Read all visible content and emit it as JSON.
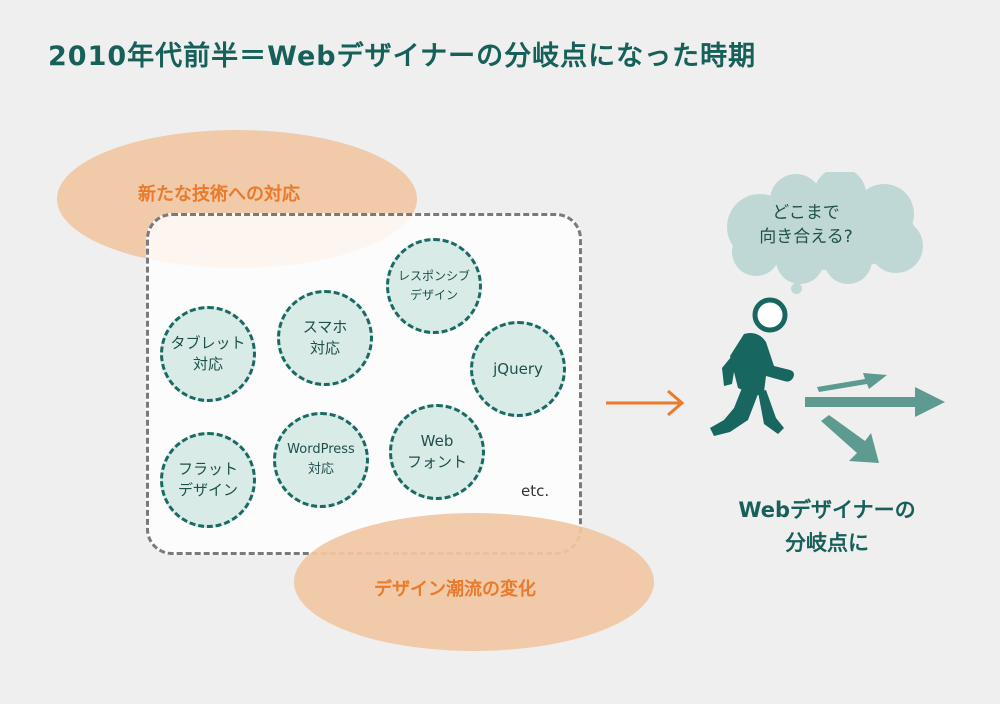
{
  "title": "2010年代前半＝Webデザイナーの分岐点になった時期",
  "labels": {
    "top": "新たな技術への対応",
    "bottom": "デザイン潮流の変化"
  },
  "topics": [
    "タブレット\n対応",
    "スマホ\n対応",
    "レスポンシブ\nデザイン",
    "jQuery",
    "フラット\nデザイン",
    "WordPress\n対応",
    "Web\nフォント"
  ],
  "etc": "etc.",
  "thought_bubble": "どこまで\n向き合える?",
  "caption": "Webデザイナーの\n分岐点に",
  "colors": {
    "title": "#17605a",
    "accent": "#ea7a2c",
    "ellipse": "#f0c7a3",
    "circle_fill": "#d8ebe7",
    "person": "#17665f",
    "route_arrow": "#5d9a8f"
  },
  "icons": [
    "right-arrow-icon",
    "walking-person-icon",
    "branching-arrows-icon",
    "thought-bubble-icon"
  ]
}
